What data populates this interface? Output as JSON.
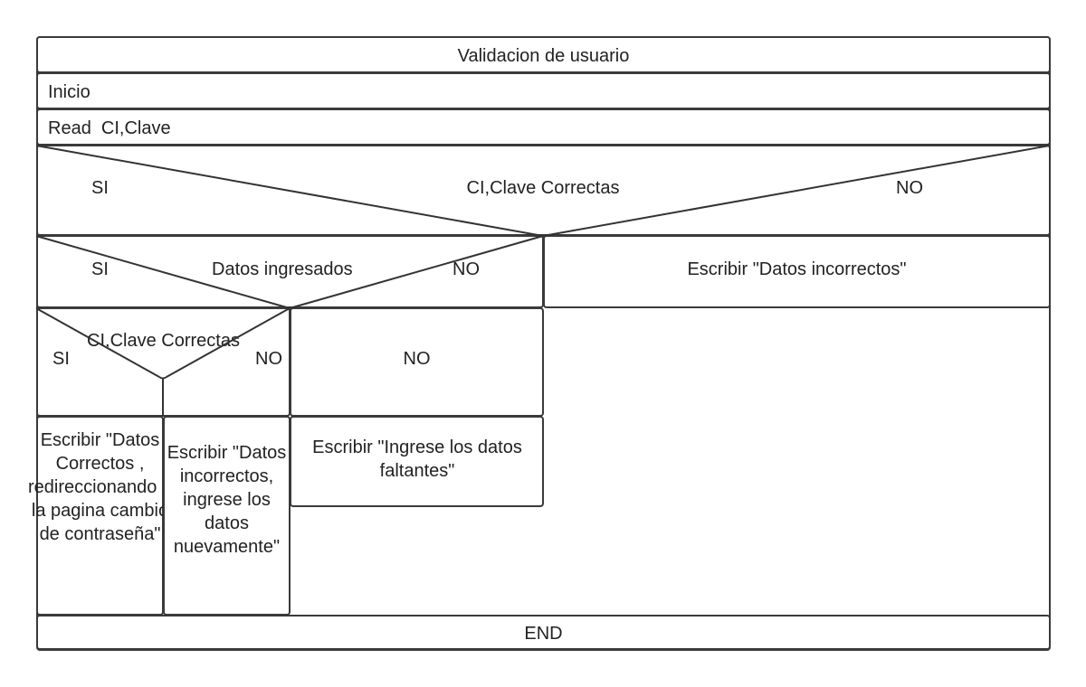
{
  "title": "Validacion de usuario",
  "start": "Inicio",
  "read": "Read  CI,Clave",
  "decision1": {
    "question": "CI,Clave Correctas",
    "yes": "SI",
    "no": "NO"
  },
  "no_branch1": "Escribir \"Datos incorrectos\"",
  "decision2": {
    "question": "Datos ingresados",
    "yes": "SI",
    "no": "NO"
  },
  "decision3": {
    "question": "CI,Clave Correctas",
    "yes": "SI",
    "no": "NO"
  },
  "no_branch2_header": "NO",
  "no_branch2_action": "Escribir  \"Ingrese los datos faltantes\"",
  "action_correct": "Escribir \"Datos Correctos , redireccionando a la pagina cambio de contraseña\"",
  "action_incorrect": "Escribir \"Datos incorrectos, ingrese los datos nuevamente\"",
  "end": "END"
}
